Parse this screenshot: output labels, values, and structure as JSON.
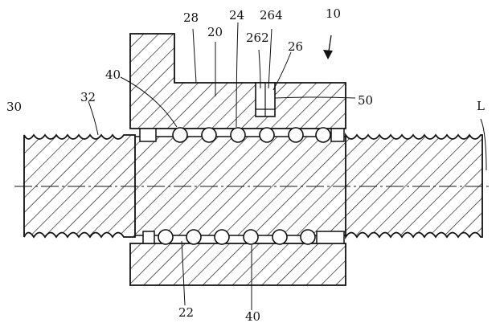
{
  "figure": {
    "labels": {
      "ref_10": "10",
      "ref_20": "20",
      "ref_22": "22",
      "ref_24": "24",
      "ref_26": "26",
      "ref_28": "28",
      "ref_30": "30",
      "ref_32": "32",
      "ref_40_top": "40",
      "ref_40_bottom": "40",
      "ref_50": "50",
      "ref_262": "262",
      "ref_264": "264",
      "axis_L": "L"
    }
  }
}
